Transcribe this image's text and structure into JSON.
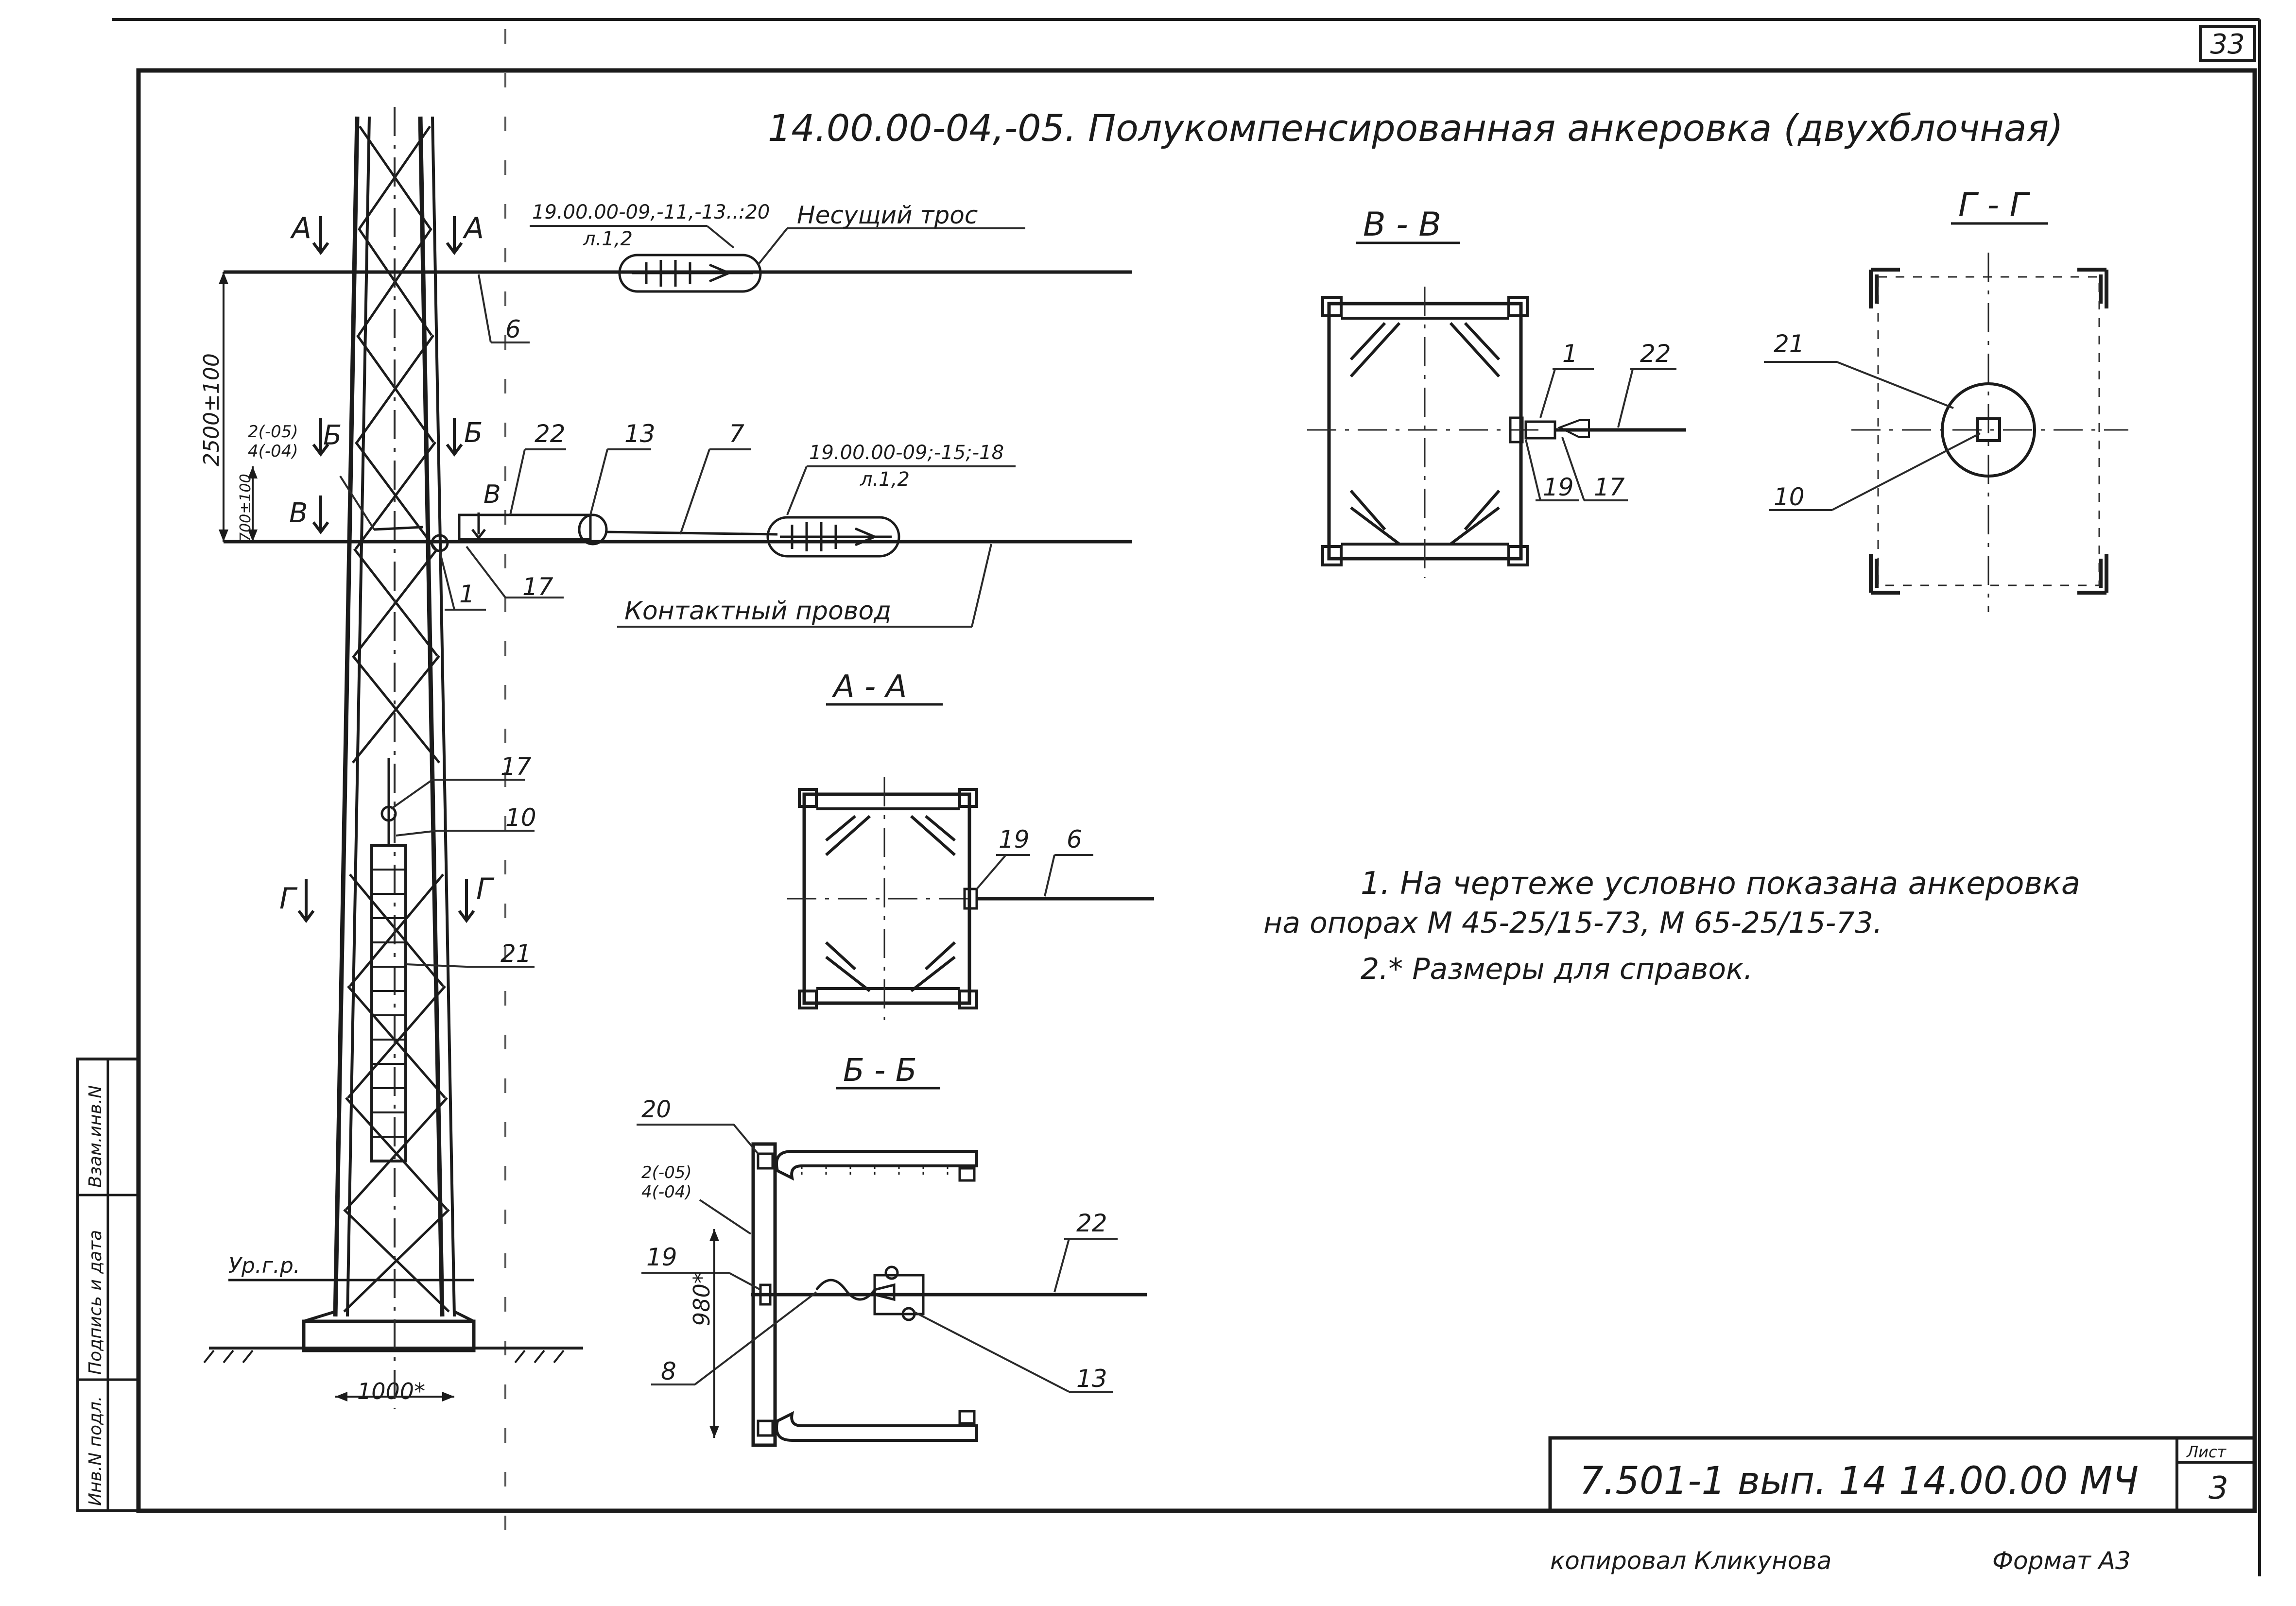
{
  "sheet": {
    "page_number": "33",
    "title": "14.00.00-04,-05. Полукомпенсированная анкеровка (двухблочная)",
    "copied_by": "копировал Кликунова",
    "format": "Формат А3"
  },
  "title_block": {
    "designation": "7.501-1 вып. 14   14.00.00 МЧ",
    "sheet_label": "Лист",
    "sheet_number": "3"
  },
  "side_stamp": {
    "inv_no": "Инв.N подл.",
    "signature_date": "Подпись и дата",
    "replace_inv": "Взам.инв.N"
  },
  "main_view": {
    "section_a": "А",
    "section_b": "Б",
    "section_v": "В",
    "section_g": "Г",
    "dim_vertical_total": "2500±100",
    "dim_vertical_lower": "700±100",
    "dim_base": "1000*",
    "ground_level": "Ур.г.р.",
    "callout_upper_insulator": "19.00.00-09,-11,-13..:20",
    "callout_upper_sheet": "л.1,2",
    "label_carrier_cable": "Несущий трос",
    "callout_lower_insulator": "19.00.00-09;-15;-18",
    "callout_lower_sheet": "л.1,2",
    "label_contact_wire": "Контактный провод",
    "pos_2_4": "2(-05)\n4(-04)",
    "pos": {
      "p1": "1",
      "p6": "6",
      "p7": "7",
      "p10": "10",
      "p13": "13",
      "p17": "17",
      "p21": "21",
      "p22": "22"
    }
  },
  "section_aa": {
    "title": "А - А",
    "p19": "19",
    "p6": "6"
  },
  "section_bb": {
    "title": "Б - Б",
    "p20": "20",
    "p2_4": "2(-05)\n4(-04)",
    "p19": "19",
    "p8": "8",
    "p22": "22",
    "p13": "13",
    "dim": "980*"
  },
  "section_vv": {
    "title": "В - В",
    "p1": "1",
    "p22": "22",
    "p19": "19",
    "p17": "17"
  },
  "section_gg": {
    "title": "Г - Г",
    "p21": "21",
    "p10": "10"
  },
  "notes": {
    "note1_line1": "1. На чертеже условно показана анкеровка",
    "note1_line2": "на опорах М 45-25/15-73, М 65-25/15-73.",
    "note2": "2.* Размеры для справок."
  }
}
